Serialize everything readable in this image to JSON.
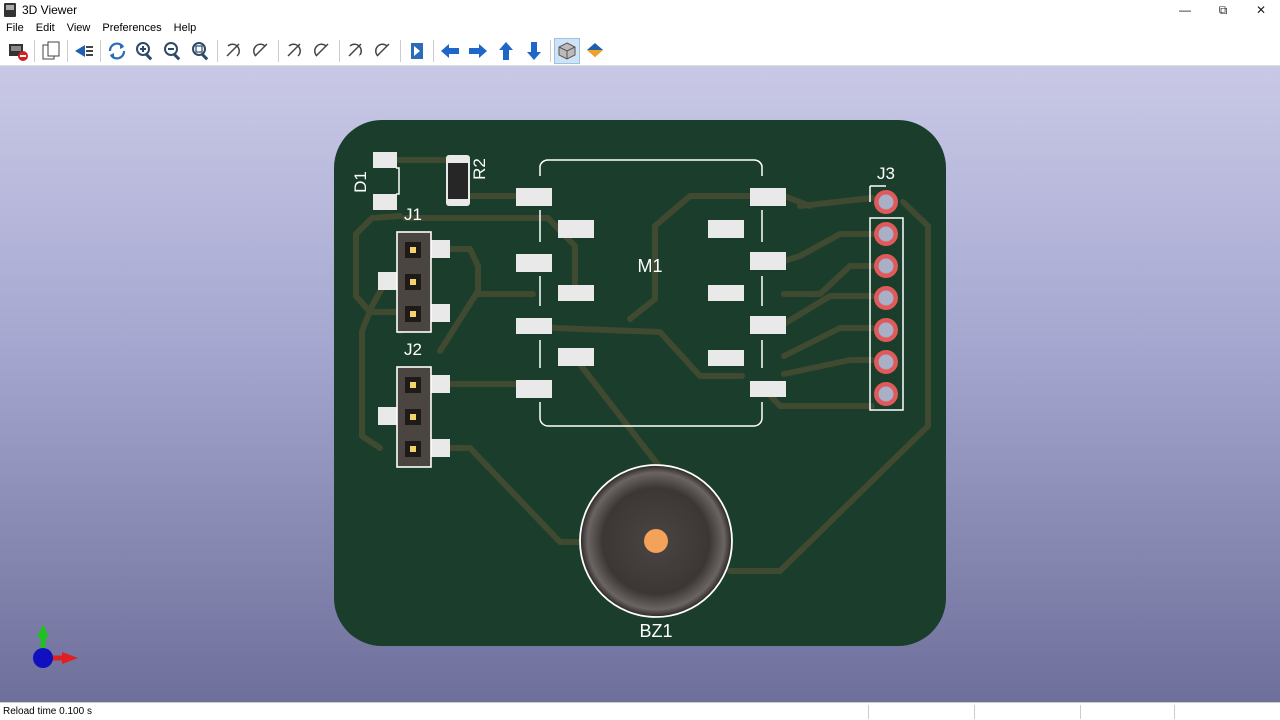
{
  "window": {
    "title": "3D Viewer",
    "minimize_glyph": "—",
    "maximize_glyph": "⧉",
    "close_glyph": "✕"
  },
  "menu": [
    {
      "label": "File"
    },
    {
      "label": "Edit"
    },
    {
      "label": "View"
    },
    {
      "label": "Preferences"
    },
    {
      "label": "Help"
    }
  ],
  "toolbar": [
    {
      "icon": "render-options-icon",
      "name": "render-options-button"
    },
    {
      "icon": "copy-icon",
      "name": "copy-button"
    },
    {
      "icon": "raytracing-icon",
      "name": "raytracing-button"
    },
    {
      "icon": "reload-icon",
      "name": "reload-button"
    },
    {
      "icon": "zoom-in-icon",
      "name": "zoom-in-button"
    },
    {
      "icon": "zoom-out-icon",
      "name": "zoom-out-button"
    },
    {
      "icon": "zoom-fit-icon",
      "name": "zoom-fit-button"
    },
    {
      "icon": "rotate-x-cw-icon",
      "name": "rotate-x-cw-button"
    },
    {
      "icon": "rotate-x-ccw-icon",
      "name": "rotate-x-ccw-button"
    },
    {
      "icon": "rotate-y-cw-icon",
      "name": "rotate-y-cw-button"
    },
    {
      "icon": "rotate-y-ccw-icon",
      "name": "rotate-y-ccw-button"
    },
    {
      "icon": "rotate-z-cw-icon",
      "name": "rotate-z-cw-button"
    },
    {
      "icon": "rotate-z-ccw-icon",
      "name": "rotate-z-ccw-button"
    },
    {
      "icon": "flip-board-icon",
      "name": "flip-board-button"
    },
    {
      "icon": "move-left-icon",
      "name": "move-left-button"
    },
    {
      "icon": "move-right-icon",
      "name": "move-right-button"
    },
    {
      "icon": "move-up-icon",
      "name": "move-up-button"
    },
    {
      "icon": "move-down-icon",
      "name": "move-down-button"
    },
    {
      "icon": "orthographic-icon",
      "name": "orthographic-toggle",
      "active": true
    },
    {
      "icon": "layers-icon",
      "name": "layers-button"
    }
  ],
  "board": {
    "colors": {
      "substrate": "#1b3d2c",
      "trace": "#3f4a30",
      "silk": "#ffffff",
      "pad": "#e9e9e9",
      "pad_ring": "#e05a5a",
      "pad_hole": "#a8b0c8",
      "buzzer": "#3a3636",
      "buzzer_center": "#f4a25a"
    },
    "labels": {
      "d1": "D1",
      "r2": "R2",
      "j1": "J1",
      "j2": "J2",
      "j3": "J3",
      "m1": "M1",
      "bz1": "BZ1"
    }
  },
  "axes": {
    "x_color": "#e02020",
    "y_color": "#20c020",
    "z_color": "#1010c0"
  },
  "status": {
    "text": "Reload time 0.100 s"
  }
}
